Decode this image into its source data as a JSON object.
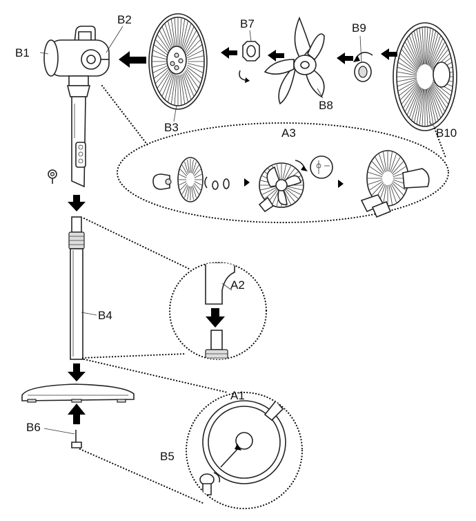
{
  "labels": {
    "b1": "B1",
    "b2": "B2",
    "b3": "B3",
    "b4": "B4",
    "b5": "B5",
    "b6": "B6",
    "b7": "B7",
    "b8": "B8",
    "b9": "B9",
    "b10": "B10",
    "a1": "A1",
    "a2": "A2",
    "a3": "A3"
  }
}
